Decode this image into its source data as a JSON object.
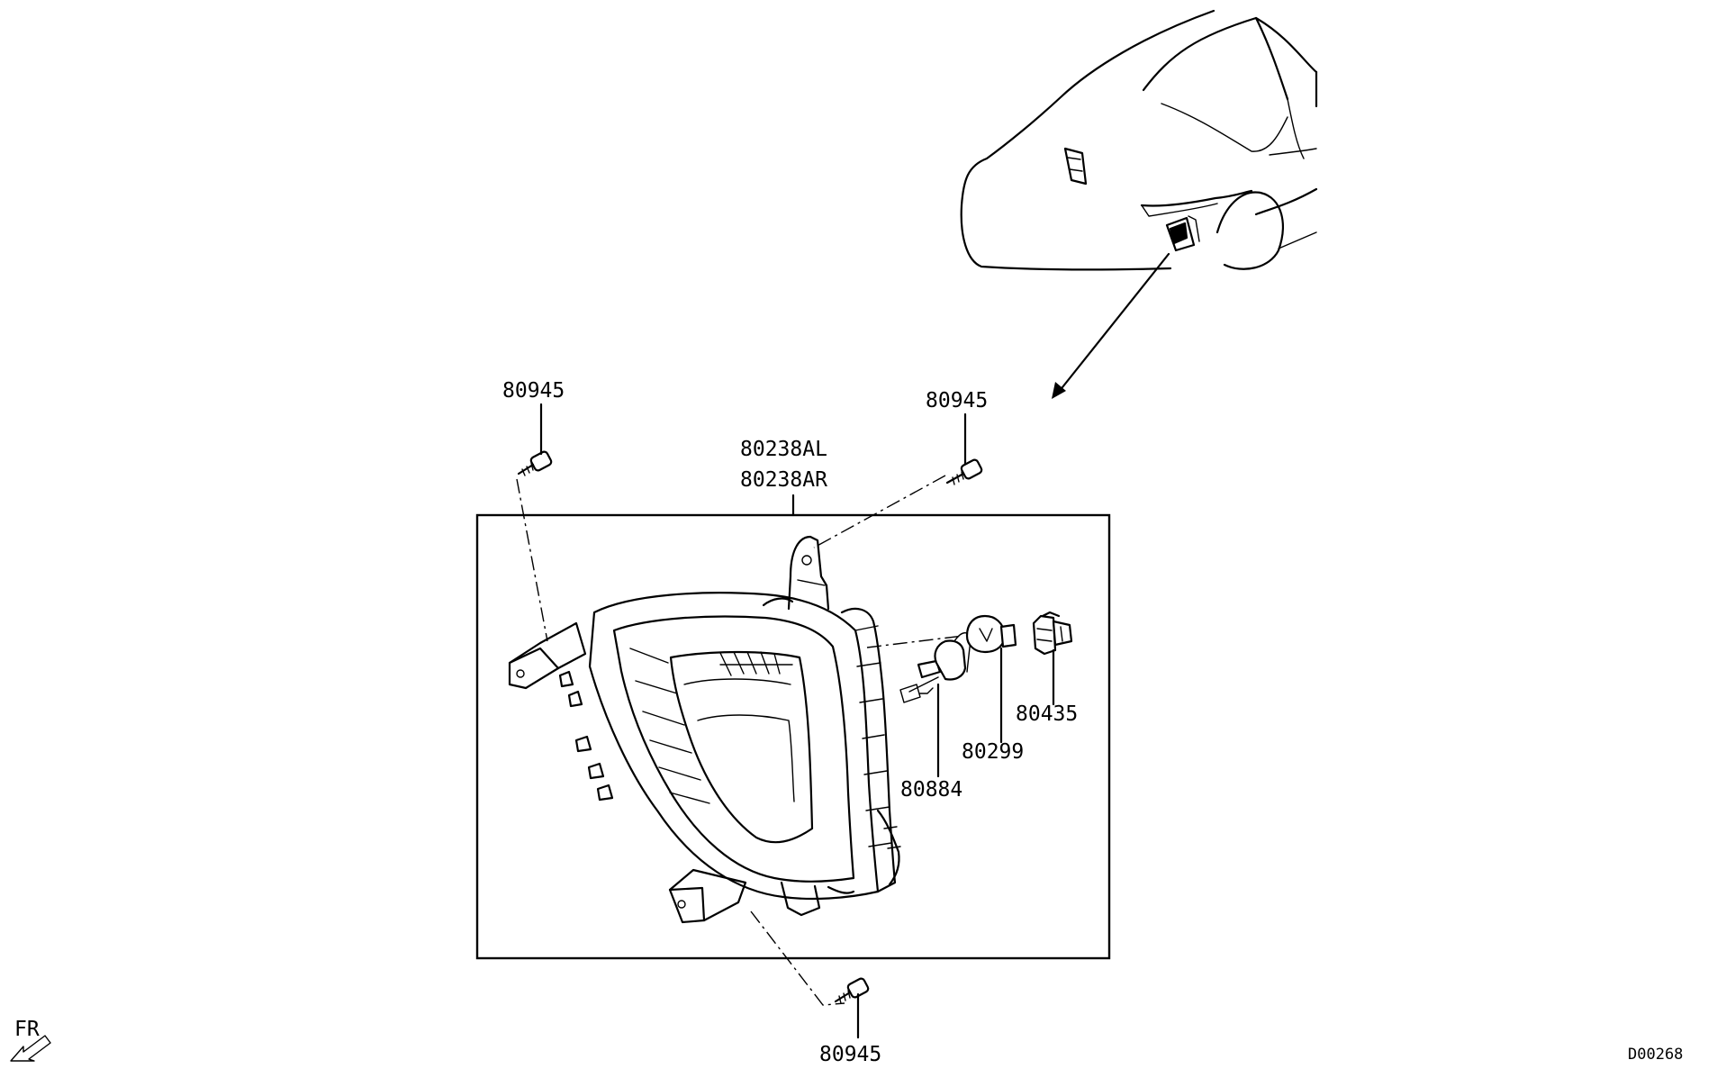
{
  "diagram": {
    "labels": {
      "screw_top_left": "80945",
      "screw_top_right": "80945",
      "screw_bottom": "80945",
      "assembly_left": "80238AL",
      "assembly_right": "80238AR",
      "bulb_small": "80299",
      "socket": "80435",
      "bulb_fog": "80884",
      "direction": "FR",
      "drawing_code": "D00268"
    },
    "colors": {
      "line": "#000000",
      "background": "#ffffff"
    },
    "icons": [
      "front-direction-arrow-icon",
      "screw-icon",
      "bulb-icon",
      "socket-icon"
    ]
  }
}
